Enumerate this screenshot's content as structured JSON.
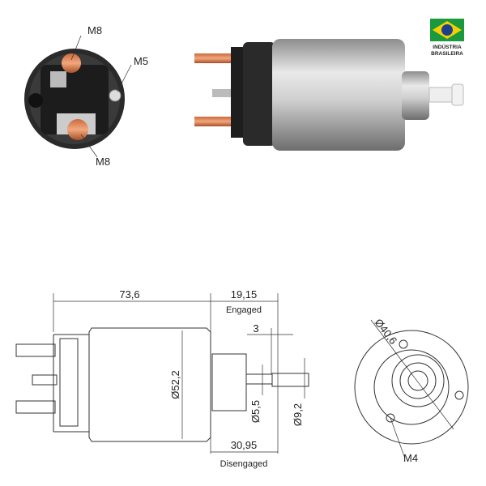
{
  "badge": {
    "line1": "INDÚSTRIA",
    "line2": "BRASILEIRA",
    "colors": {
      "green": "#1a9a3c",
      "yellow": "#f5d000",
      "blue": "#1d3f8f"
    }
  },
  "photo_labels": {
    "terminal_top": "M8",
    "terminal_mid": "M5",
    "terminal_bottom": "M8"
  },
  "side_view": {
    "length": "73,6",
    "engaged_value": "19,15",
    "engaged_label": "Engaged",
    "gap": "3",
    "body_diameter": "Ø52,2",
    "shaft_diameter": "Ø5,5",
    "tip_diameter": "Ø9,2",
    "disengaged_value": "30,95",
    "disengaged_label": "Disengaged"
  },
  "end_view": {
    "bolt_circle": "Ø40,6",
    "thread": "M4"
  }
}
